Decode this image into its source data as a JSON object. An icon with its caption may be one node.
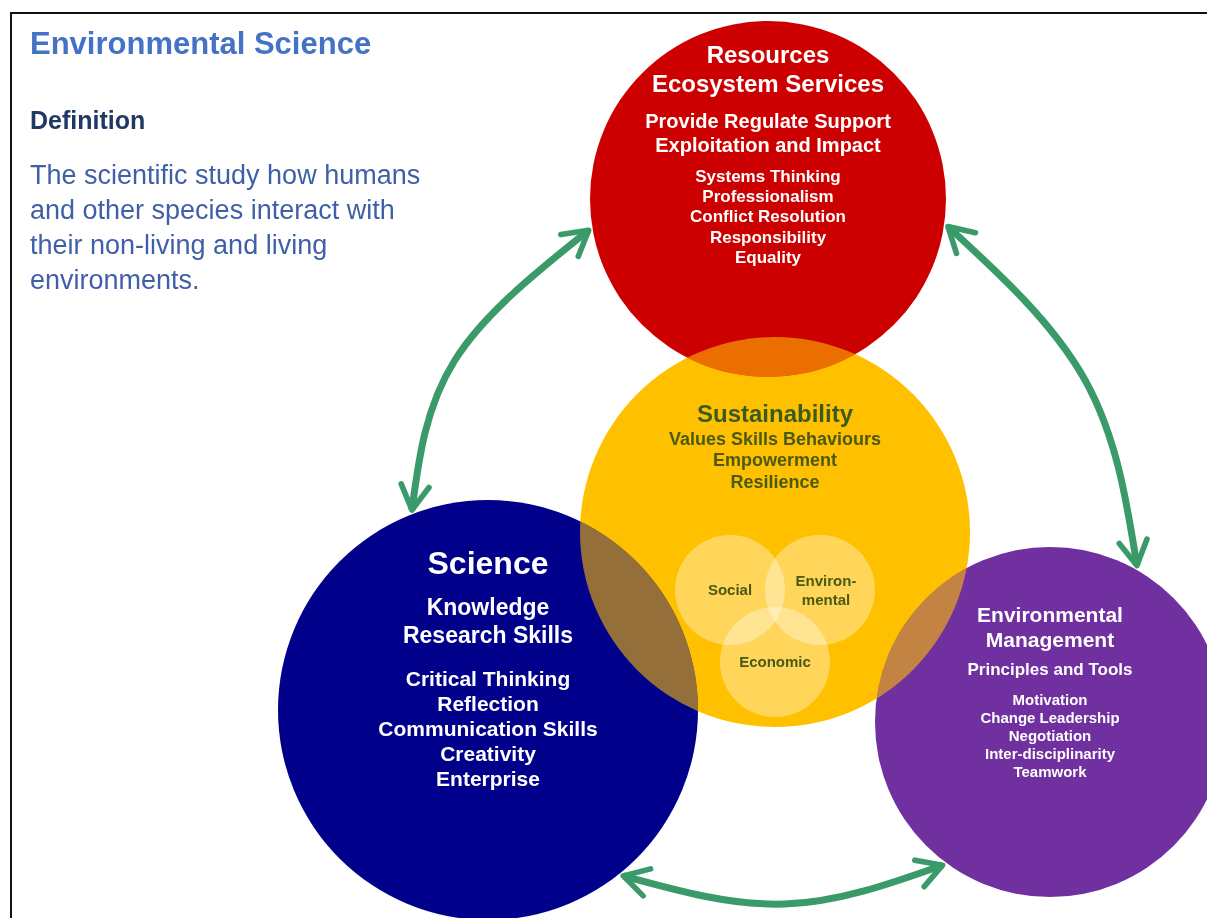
{
  "diagram": {
    "title": "Environmental Science",
    "nodes": [
      {
        "text": [
          "Resources",
          "Ecosystem Services",
          "Provide Regulate Support",
          "Exploitation and Impact",
          "Systems Thinking",
          "Professionalism",
          "Conflict Resolution",
          "Responsibility",
          "Equality"
        ]
      },
      {
        "text": [
          "Sustainability",
          "Values Skills Behaviours",
          "Empowerment",
          "Resilience"
        ]
      },
      {
        "text": [
          "Social"
        ],
        "in": 1
      },
      {
        "text": [
          "Environ-mental"
        ],
        "in": 1
      },
      {
        "text": [
          "Economic"
        ],
        "in": 1
      },
      {
        "text": [
          "Science",
          "Knowledge",
          "Research Skills",
          "Critical Thinking",
          "Reflection",
          "Communication Skills",
          "Creativity",
          "Enterprise"
        ]
      },
      {
        "text": [
          "Environmental",
          "Management",
          "Principles and Tools",
          "Motivation",
          "Change Leadership",
          "Negotiation",
          "Inter-disciplinarity",
          "Teamwork"
        ]
      }
    ],
    "edges": [
      {
        "from": 0,
        "to": 5,
        "arrow": "both"
      },
      {
        "from": 0,
        "to": 6,
        "arrow": "both"
      },
      {
        "from": 5,
        "to": 6,
        "arrow": "both"
      }
    ],
    "labels": [
      "Definition",
      "The scientific study how humans and other species interact with their non-living and living environments."
    ]
  }
}
